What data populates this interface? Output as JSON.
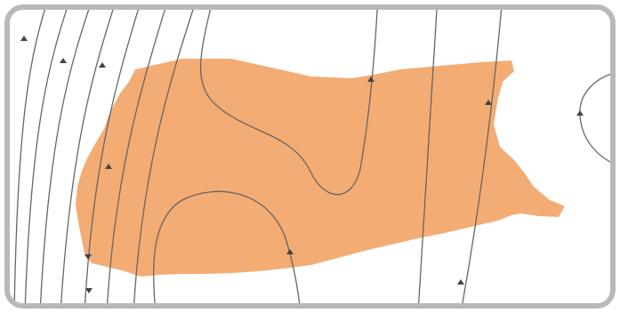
{
  "map": {
    "colors": {
      "background": "#ffffff",
      "frame": "#b9b9b9",
      "region_fill": "#f3ac74",
      "flow_line": "#666666",
      "arrow": "#444444"
    },
    "features": {
      "shaded_region": "landmass",
      "streamlines": "flow-lines",
      "direction_markers": "arrow-icon",
      "closed_contour": "contour-line"
    }
  }
}
